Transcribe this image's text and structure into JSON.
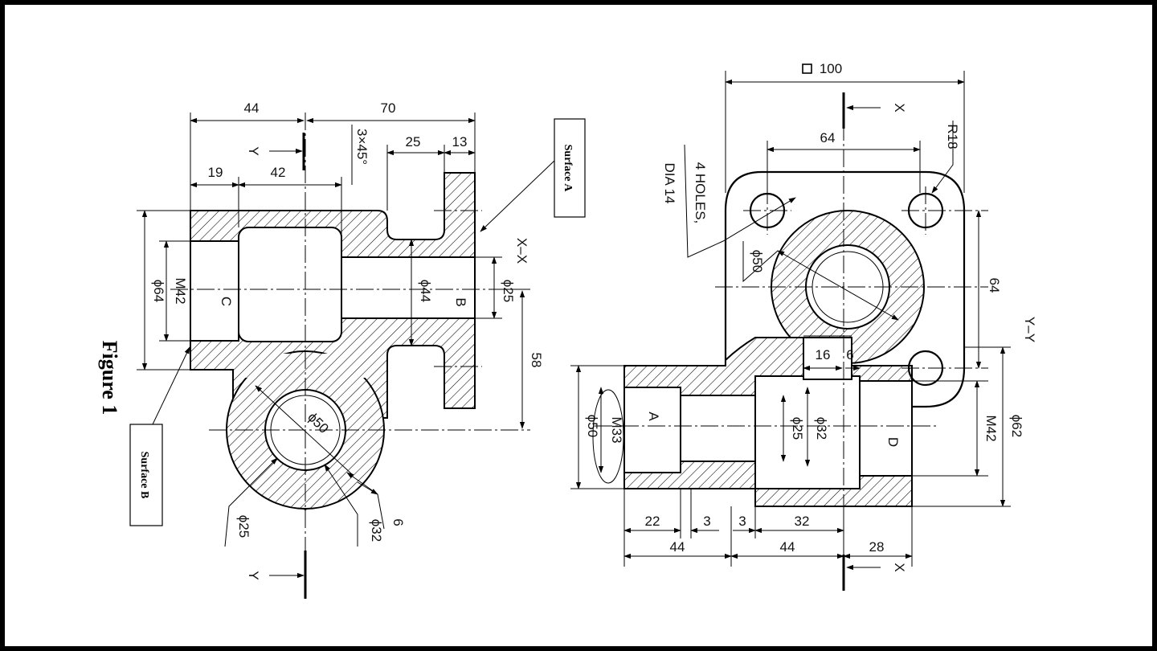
{
  "figure": {
    "title": "Figure 1",
    "surface_a": "Surface A",
    "surface_b": "Surface B"
  },
  "left_view": {
    "section_label": "X–X",
    "cut_y_top": "Y",
    "cut_y_bottom": "Y",
    "dim_44": "44",
    "dim_70": "70",
    "dim_19": "19",
    "dim_42": "42",
    "chamfer": "3×45°",
    "dim_25": "25",
    "dim_13": "13",
    "dim_phi64": "ϕ64",
    "dim_m42": "M42",
    "label_c": "C",
    "dim_phi44": "ϕ44",
    "label_b": "B",
    "dim_phi25_right": "ϕ25",
    "dim_58": "58",
    "dim_phi50": "ϕ50",
    "dim_phi25_bottom": "ϕ25",
    "dim_phi32": "ϕ32",
    "dim_6": "6"
  },
  "right_view": {
    "section_label": "Y–Y",
    "cut_x_top": "X",
    "cut_x_bottom": "X",
    "dim_square100": "100",
    "dim_64_top": "64",
    "dim_r18": "R18",
    "holes_line1": "4 HOLES,",
    "holes_line2": "DIA 14",
    "dim_phi50": "ϕ50",
    "dim_64_side": "64",
    "dim_16": "16",
    "dim_6": "6",
    "dim_phi50_left": "ϕ50",
    "dim_m33": "M33",
    "label_a": "A",
    "dim_phi25": "ϕ25",
    "dim_phi32": "ϕ32",
    "label_d": "D",
    "dim_m42": "M42",
    "dim_phi62": "ϕ62",
    "dim_22": "22",
    "dim_3a": "3",
    "dim_3b": "3",
    "dim_32": "32",
    "dim_44a": "44",
    "dim_44b": "44",
    "dim_28": "28"
  }
}
